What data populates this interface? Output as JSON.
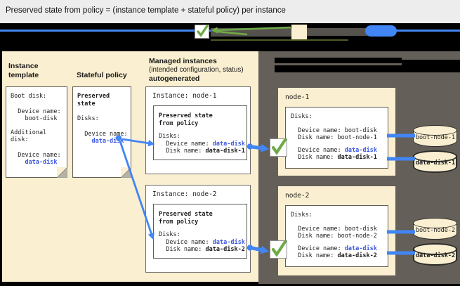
{
  "title": "Preserved state from policy = (instance template + stateful policy) per instance",
  "left": {
    "instance_template_heading": "Instance template",
    "stateful_policy_heading": "Stateful policy",
    "managed_heading": {
      "line1": "Managed instances",
      "line2": "(intended configuration, status)",
      "line3": "autogenerated"
    },
    "template_doc": {
      "l1": "Boot disk:",
      "l2": "  Device name:",
      "l3": "    boot-disk",
      "l4": "Additional",
      "l5": "disk:",
      "l6": "  Device name:",
      "l7": "    data-disk"
    },
    "policy_doc": {
      "t1": "Preserved",
      "t2": "state",
      "l1": "Disks:",
      "l2": "  Device name:",
      "l3": "    data-disk"
    },
    "instances": [
      {
        "label": "Instance: node-1",
        "ps1": "Preserved state",
        "ps2": "from policy",
        "disks": "Disks:",
        "device_prefix": "  Device name: ",
        "device_value": "data-disk",
        "disk_prefix": "  Disk name: ",
        "disk_value": "data-disk-1"
      },
      {
        "label": "Instance: node-2",
        "ps1": "Preserved state",
        "ps2": "from policy",
        "disks": "Disks:",
        "device_prefix": "  Device name: ",
        "device_value": "data-disk",
        "disk_prefix": "  Disk name: ",
        "disk_value": "data-disk-2"
      }
    ]
  },
  "right": {
    "nodes": [
      {
        "name": "node-1",
        "disks": "Disks:",
        "boot_device": "  Device name: boot-disk",
        "boot_disk": "  Disk name: boot-node-1",
        "device_prefix": "  Device name: ",
        "device_value": "data-disk",
        "disk_prefix": "  Disk name: ",
        "disk_value": "data-disk-1"
      },
      {
        "name": "node-2",
        "disks": "Disks:",
        "boot_device": "  Device name: boot-disk",
        "boot_disk": "  Disk name: boot-node-2",
        "device_prefix": "  Device name: ",
        "device_value": "data-disk",
        "disk_prefix": "  Disk name: ",
        "disk_value": "data-disk-2"
      }
    ],
    "cylinders": [
      {
        "label": "boot-node-1",
        "bold": false
      },
      {
        "label": "data-disk-1",
        "bold": true
      },
      {
        "label": "boot-node-2",
        "bold": false
      },
      {
        "label": "data-disk-2",
        "bold": true
      }
    ]
  },
  "colors": {
    "blue": "#4285F4",
    "tblue": "#3b56e0",
    "green": "#6faa46",
    "cream": "#faefd0",
    "dark": "#645f58",
    "bargray": "#55524d",
    "olive": "#4c5c22",
    "titlebg": "#ededed"
  }
}
